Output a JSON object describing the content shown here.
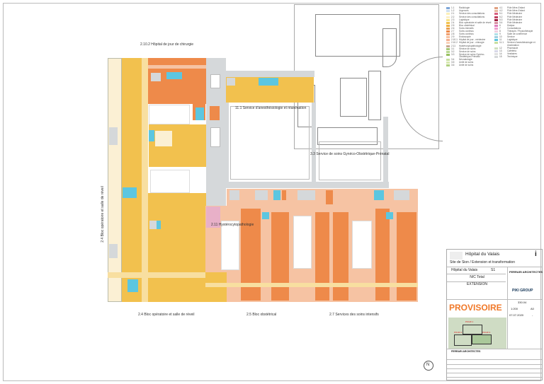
{
  "plan": {
    "labels": {
      "hopital_jour": "2.10.2 Hôpital de jour de chirurgie",
      "anesthesie": "11.1 Service d'anesthésiologie et réanimation",
      "gyneco": "3.3 Service de soins Gynéco-Obstétrique-Prénatal",
      "hystero": "2.11 Hystérocytopathologie",
      "bloc_vertical": "2.4 Bloc opératoire et salle de réveil",
      "bloc_op": "2.4 Bloc opératoire et salle de réveil",
      "bloc_obst": "2.5 Bloc obstétrical",
      "soins_intensifs": "2.7 Services des soins intensifs"
    },
    "north": "N"
  },
  "legend": {
    "left": [
      {
        "code": "1.1",
        "label": "Radiologie",
        "color": "#7ea6d8"
      },
      {
        "code": "1.2",
        "label": "Urgences",
        "color": "#cfe0f0"
      },
      {
        "code": "2.1",
        "label": "Service des consultations",
        "color": "#fbf0b8"
      },
      {
        "code": "2.2",
        "label": "Service des consultations",
        "color": "#fbf0c8"
      },
      {
        "code": "2.3",
        "label": "Logistique",
        "color": "#f8e48a"
      },
      {
        "code": "2.4",
        "label": "Bloc opératoire et salle de réveil",
        "color": "#f2c14e"
      },
      {
        "code": "2.5",
        "label": "Bloc obstétrical",
        "color": "#f0b040"
      },
      {
        "code": "2.6",
        "label": "Soins intensifs",
        "color": "#e8a050"
      },
      {
        "code": "2.7",
        "label": "Soins continus",
        "color": "#ee8a4a"
      },
      {
        "code": "2.8",
        "label": "Soins continus",
        "color": "#f0a070"
      },
      {
        "code": "2.9",
        "label": "Endoscopie",
        "color": "#f6c3a3"
      },
      {
        "code": "2.10.1",
        "label": "Hôpital de jour - médecine",
        "color": "#f4b090"
      },
      {
        "code": "2.10.2",
        "label": "Hôpital de jour - chirurgie",
        "color": "#f8d0b8"
      },
      {
        "code": "2.11",
        "label": "Hystérocytopathologie",
        "color": "#c8a890"
      },
      {
        "code": "3.1",
        "label": "Service de soins",
        "color": "#a8c878"
      },
      {
        "code": "3.2",
        "label": "Service de soins",
        "color": "#b8d890"
      },
      {
        "code": "3.3",
        "label": "Service de soins Gynéco-Obstétrique-Prénatal",
        "color": "#98c060"
      },
      {
        "code": "3.4",
        "label": "Néonatologie",
        "color": "#c8e0a0"
      },
      {
        "code": "3.5",
        "label": "Unité de soins",
        "color": "#d8e8b0"
      },
      {
        "code": "3.6",
        "label": "Unité de soins",
        "color": "#b0d080"
      }
    ],
    "right": [
      {
        "code": "4.1",
        "label": "Pôle Mère-Enfant",
        "color": "#e0a080"
      },
      {
        "code": "4.2",
        "label": "Pôle Mère-Enfant",
        "color": "#e8b8a0"
      },
      {
        "code": "5.1",
        "label": "Pôle Médecine",
        "color": "#d86080"
      },
      {
        "code": "5.2",
        "label": "Pôle Médecine",
        "color": "#c04060"
      },
      {
        "code": "5.3",
        "label": "Pôle Médecine",
        "color": "#a02040"
      },
      {
        "code": "5.4",
        "label": "Pôle Médecine",
        "color": "#d890a0"
      },
      {
        "code": "6",
        "label": "Dialyse",
        "color": "#e080c0"
      },
      {
        "code": "7",
        "label": "Consultations",
        "color": "#f0a0d0"
      },
      {
        "code": "8",
        "label": "Thérapie / Physiothérapie",
        "color": "#f0d0e0"
      },
      {
        "code": "9",
        "label": "Salle de conférence",
        "color": "#b0e0e8"
      },
      {
        "code": "10",
        "label": "Service",
        "color": "#a0d0e0"
      },
      {
        "code": "11",
        "label": "Logistique",
        "color": "#5cc6e0"
      },
      {
        "code": "11.1",
        "label": "Service d'anesthésiologie et réanimation",
        "color": "#c8e0a0"
      },
      {
        "code": "12",
        "label": "Pharmacie",
        "color": "#d0e0c0"
      },
      {
        "code": "13",
        "label": "Cafétéria",
        "color": "#d8d8e8"
      },
      {
        "code": "14",
        "label": "Vestiaires",
        "color": "#e0e0e0"
      },
      {
        "code": "15",
        "label": "Technique",
        "color": "#d5d8da"
      }
    ]
  },
  "title_block": {
    "client": "Hôpital du Valais",
    "project": "Site de Sion / Extension et transformation",
    "building": "Hôpital du Valais",
    "level": "S1",
    "plan_name": "N/C Total",
    "phase": "EXTENSION",
    "status": "PROVISOIRE",
    "architect": "FERRARI ARCHITECTES",
    "partner": "PIKI GROUP",
    "plan_number": "330.04",
    "scale": "1:200",
    "format": "A0",
    "date": "07.07.2020",
    "revision": "-",
    "map_labels": [
      "POUR 1",
      "POUR 2",
      "POUR 3"
    ],
    "accent_color": "#f07828"
  }
}
